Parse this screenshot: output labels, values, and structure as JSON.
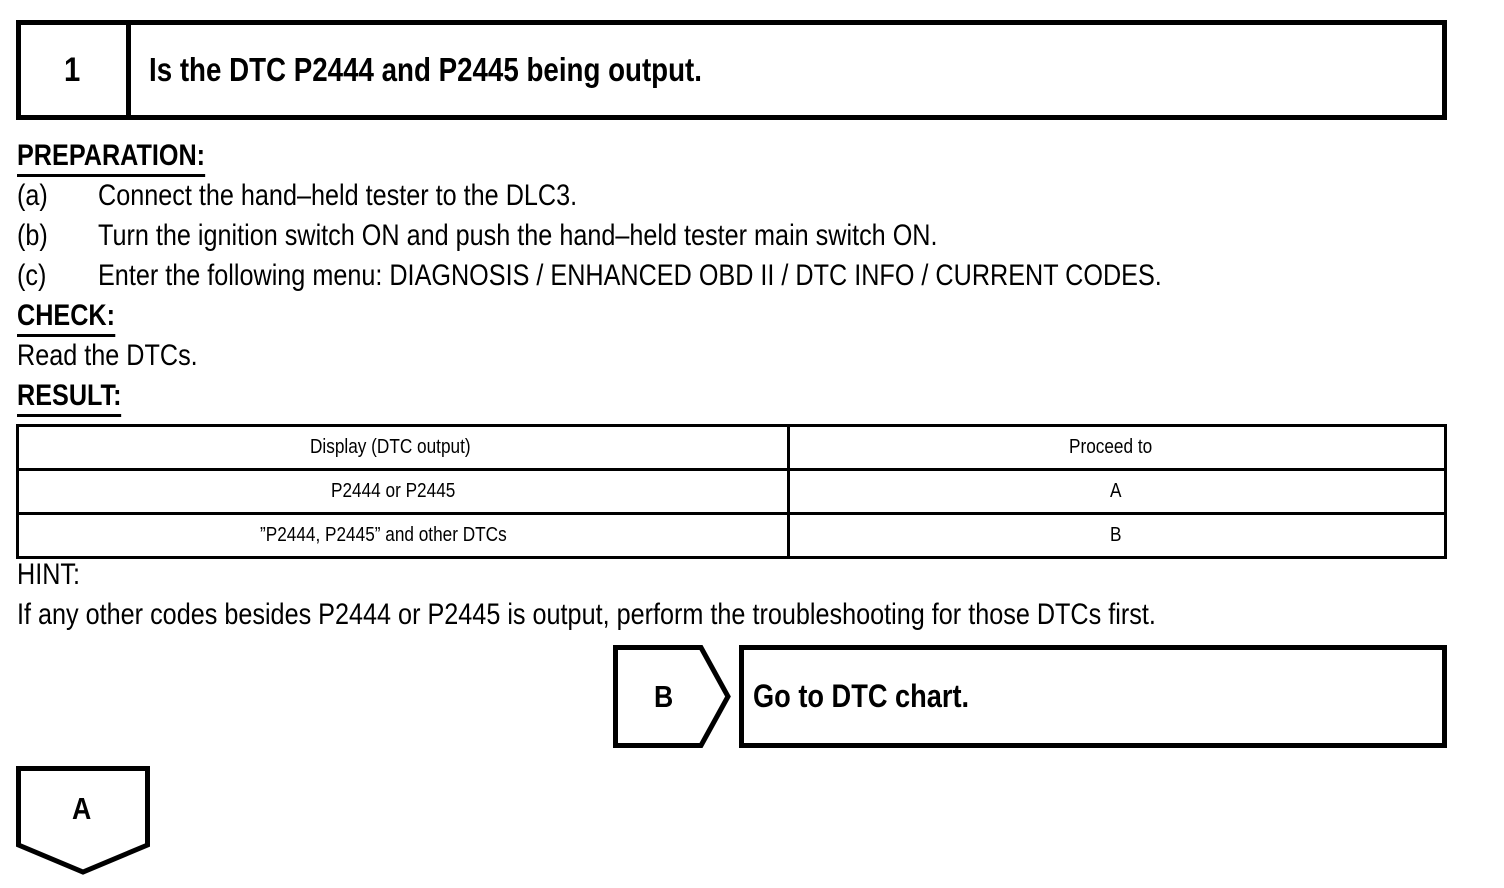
{
  "step": {
    "number": "1",
    "question": "Is the DTC P2444 and P2445 being output."
  },
  "sections": {
    "preparation_heading": "PREPARATION:",
    "preparation_items": [
      {
        "label": "(a)",
        "text": "Connect the hand–held tester to the DLC3."
      },
      {
        "label": "(b)",
        "text": "Turn the ignition switch ON and push the hand–held tester main switch ON."
      },
      {
        "label": "(c)",
        "text": "Enter the following menu: DIAGNOSIS / ENHANCED OBD II / DTC INFO / CURRENT CODES."
      }
    ],
    "check_heading": "CHECK:",
    "check_text": "Read the DTCs.",
    "result_heading": "RESULT:",
    "hint_heading": "HINT:",
    "hint_text": "If any other codes besides P2444 or P2445 is output, perform the troubleshooting for those DTCs first."
  },
  "result_table": {
    "headers": [
      "Display (DTC output)",
      "Proceed to"
    ],
    "rows": [
      [
        "P2444 or P2445",
        "A"
      ],
      [
        "”P2444, P2445” and other DTCs",
        "B"
      ]
    ]
  },
  "connectors": {
    "b": {
      "label": "B",
      "target_text": "Go to DTC chart."
    },
    "a": {
      "label": "A"
    }
  },
  "colors": {
    "ink": "#000000",
    "paper": "#ffffff"
  }
}
